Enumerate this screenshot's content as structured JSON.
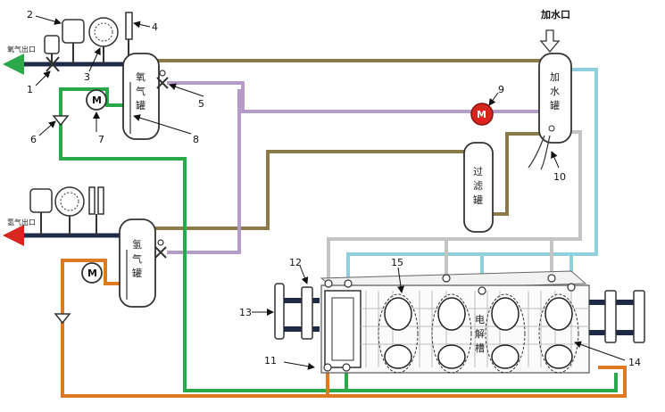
{
  "title_inlet": "加水口",
  "outlet_o2": "氧气出口",
  "outlet_h2": "氢气出口",
  "tank_o2": [
    "氧",
    "气",
    "罐"
  ],
  "tank_h2": [
    "氢",
    "气",
    "罐"
  ],
  "tank_water": [
    "加",
    "水",
    "罐"
  ],
  "filter": [
    "过",
    "滤",
    "罐"
  ],
  "electrolyzer": [
    "电",
    "解",
    "槽"
  ],
  "pump_symbol": "M",
  "callouts": [
    "1",
    "2",
    "3",
    "4",
    "5",
    "6",
    "7",
    "8",
    "9",
    "10",
    "11",
    "12",
    "13",
    "14",
    "15"
  ],
  "colors": {
    "olive": "#8a7a4a",
    "purple": "#b59cc8",
    "lightblue": "#8fd0df",
    "grey": "#c4c4c4",
    "green": "#2aa84a",
    "orange": "#e07a22",
    "dark": "#1f2a44",
    "red_pump": "#d7261e"
  }
}
